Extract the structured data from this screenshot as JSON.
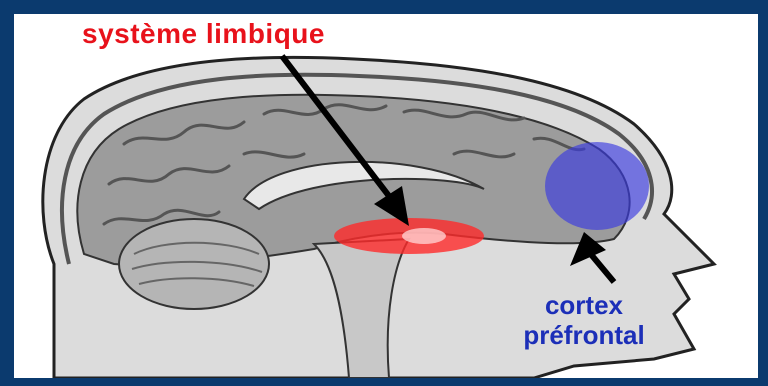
{
  "labels": {
    "limbic_system": "système limbique",
    "prefrontal_cortex_line1": "cortex",
    "prefrontal_cortex_line2": "préfrontal"
  },
  "colors": {
    "border": "#0b3a6e",
    "limbic_label": "#e8121b",
    "limbic_highlight": "#ff2a2a",
    "prefrontal_label": "#1c2fb8",
    "prefrontal_highlight": "#3a3ae0",
    "brain_gray": "#9a9a9a",
    "skin": "#d9d9d9"
  }
}
